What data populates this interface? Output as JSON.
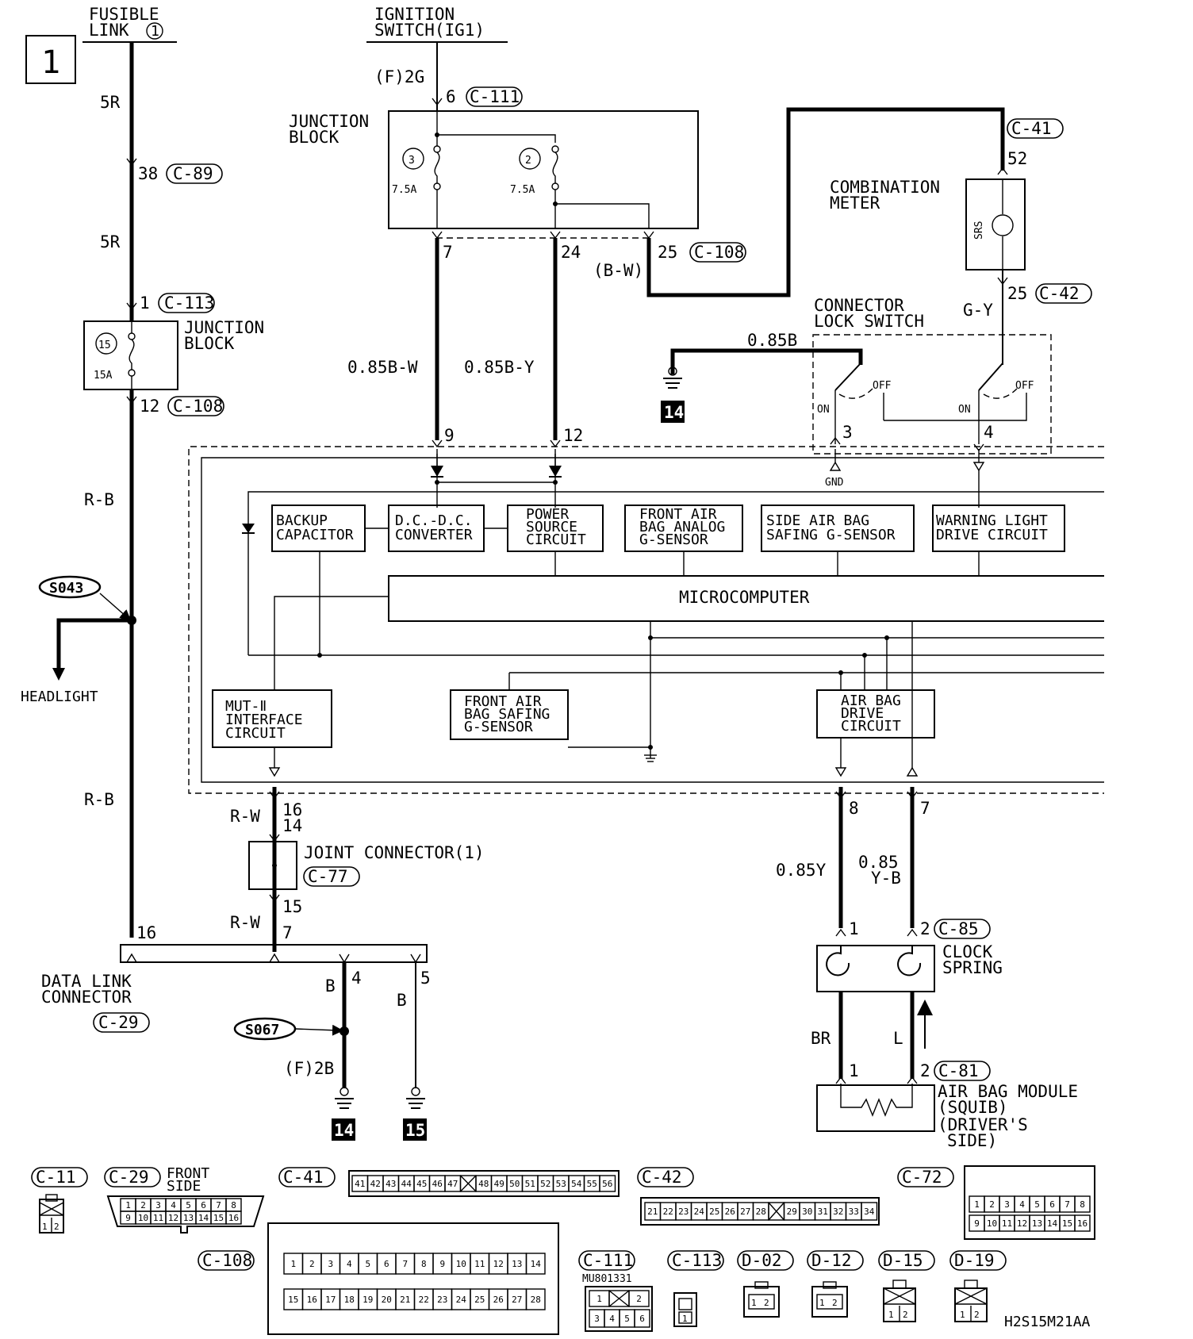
{
  "page": {
    "number": "1",
    "diagram_code": "H2S15M21AA"
  },
  "sources": {
    "fusible_link": {
      "line1": "FUSIBLE",
      "line2": "LINK",
      "num": "1"
    },
    "ignition_switch": {
      "line1": "IGNITION",
      "line2": "SWITCH(IG1)"
    }
  },
  "wires": {
    "w5r_top": "5R",
    "w5r_mid": "5R",
    "rb_1": "R-B",
    "rb_2": "R-B",
    "f2g": "(F)2G",
    "bw": "(B-W)",
    "w085bw": "0.85B-W",
    "w085by": "0.85B-Y",
    "gy": "G-Y",
    "w085b": "0.85B",
    "rw_1": "R-W",
    "rw_2": "R-W",
    "b_1": "B",
    "b_2": "B",
    "f2b": "(F)2B",
    "w085y": "0.85Y",
    "w085yb_1": "0.85",
    "w085yb_2": "Y-B",
    "br": "BR",
    "l": "L"
  },
  "pins": {
    "p38": "38",
    "p1_c113": "1",
    "p12_c108": "12",
    "p6": "6",
    "p7": "7",
    "p24": "24",
    "p25": "25",
    "p52": "52",
    "p25b": "25",
    "p9": "9",
    "p12": "12",
    "p3": "3",
    "p4": "4",
    "p16": "16",
    "p14": "14",
    "p15": "15",
    "p16b": "16",
    "p7b": "7",
    "p4b": "4",
    "p5b": "5",
    "p8": "8",
    "p7c": "7",
    "p1cs": "1",
    "p2cs": "2",
    "p1ab": "1",
    "p2ab": "2"
  },
  "connectors": {
    "c89": "C-89",
    "c113": "C-113",
    "c108a": "C-108",
    "c111": "C-111",
    "c108b": "C-108",
    "c41": "C-41",
    "c42": "C-42",
    "c77": "C-77",
    "c29": "C-29",
    "c85": "C-85",
    "c81": "C-81"
  },
  "splices": {
    "s043": "S043",
    "s067": "S067"
  },
  "grounds": {
    "g14a": "14",
    "g14b": "14",
    "g15": "15"
  },
  "components": {
    "junction_block_1": {
      "line1": "JUNCTION",
      "line2": "BLOCK",
      "fuse_no": "15",
      "rating": "15A"
    },
    "junction_block_2": {
      "line1": "JUNCTION",
      "line2": "BLOCK",
      "fuse_a_no": "3",
      "fuse_a_rating": "7.5A",
      "fuse_b_no": "2",
      "fuse_b_rating": "7.5A"
    },
    "combination_meter": {
      "line1": "COMBINATION",
      "line2": "METER",
      "lamp": "SRS"
    },
    "connector_lock_switch": {
      "line1": "CONNECTOR",
      "line2": "LOCK SWITCH",
      "off": "OFF",
      "on": "ON"
    },
    "headlight": "HEADLIGHT",
    "gnd": "GND",
    "backup_capacitor": {
      "line1": "BACKUP",
      "line2": "CAPACITOR"
    },
    "dcdc": {
      "line1": "D.C.-D.C.",
      "line2": "CONVERTER"
    },
    "power_source": {
      "line1": "POWER",
      "line2": "SOURCE",
      "line3": "CIRCUIT"
    },
    "front_analog": {
      "line1": "FRONT AIR",
      "line2": "BAG ANALOG",
      "line3": "G-SENSOR"
    },
    "side_safing": {
      "line1": "SIDE AIR BAG",
      "line2": "SAFING G-SENSOR"
    },
    "warning_light": {
      "line1": "WARNING LIGHT",
      "line2": "DRIVE CIRCUIT"
    },
    "microcomputer": "MICROCOMPUTER",
    "mut": {
      "line1": "MUT-Ⅱ",
      "line2": "INTERFACE",
      "line3": "CIRCUIT"
    },
    "front_safing": {
      "line1": "FRONT AIR",
      "line2": "BAG SAFING",
      "line3": "G-SENSOR"
    },
    "air_bag_drive": {
      "line1": "AIR BAG",
      "line2": "DRIVE",
      "line3": "CIRCUIT"
    },
    "joint_connector": "JOINT CONNECTOR(1)",
    "data_link": {
      "line1": "DATA LINK",
      "line2": "CONNECTOR"
    },
    "clock_spring": {
      "line1": "CLOCK",
      "line2": "SPRING"
    },
    "air_bag_module": {
      "line1": "AIR BAG MODULE",
      "line2": "(SQUIB)",
      "line3": "(DRIVER'S",
      "line4": "SIDE)"
    }
  },
  "connector_views": {
    "c11": "C-11",
    "c29": "C-29",
    "c29_note1": "FRONT",
    "c29_note2": "SIDE",
    "c41": "C-41",
    "c42": "C-42",
    "c72": "C-72",
    "c108": "C-108",
    "c111": "C-111",
    "c111_part": "MU801331",
    "c113": "C-113",
    "d02": "D-02",
    "d12": "D-12",
    "d15": "D-15",
    "d19": "D-19",
    "c41_pins": [
      "41",
      "42",
      "43",
      "44",
      "45",
      "46",
      "47",
      "",
      "48",
      "49",
      "50",
      "51",
      "52",
      "53",
      "54",
      "55",
      "56"
    ],
    "c42_pins": [
      "21",
      "22",
      "23",
      "24",
      "25",
      "26",
      "27",
      "28",
      "",
      "29",
      "30",
      "31",
      "32",
      "33",
      "34"
    ],
    "c29_top": [
      "1",
      "2",
      "3",
      "4",
      "5",
      "6",
      "7",
      "8"
    ],
    "c29_bot": [
      "9",
      "10",
      "11",
      "12",
      "13",
      "14",
      "15",
      "16"
    ],
    "c72_top": [
      "1",
      "2",
      "3",
      "4",
      "5",
      "6",
      "7",
      "8"
    ],
    "c72_bot": [
      "9",
      "10",
      "11",
      "12",
      "13",
      "14",
      "15",
      "16"
    ],
    "c108_top": [
      "1",
      "2",
      "3",
      "4",
      "5",
      "6",
      "7",
      "8",
      "9",
      "10",
      "11",
      "12",
      "13",
      "14"
    ],
    "c108_bot": [
      "15",
      "16",
      "17",
      "18",
      "19",
      "20",
      "21",
      "22",
      "23",
      "24",
      "25",
      "26",
      "27",
      "28"
    ],
    "c111_top": [
      "1",
      "",
      "2"
    ],
    "c111_bot": [
      "3",
      "4",
      "5",
      "6"
    ],
    "c113_pin": "1",
    "c11_pins": [
      "1",
      "2"
    ],
    "d02_pins": [
      "1",
      "2"
    ],
    "d12_pins": [
      "1",
      "2"
    ],
    "d15_pins": [
      "1",
      "2"
    ],
    "d19_pins": [
      "1",
      "2"
    ]
  }
}
